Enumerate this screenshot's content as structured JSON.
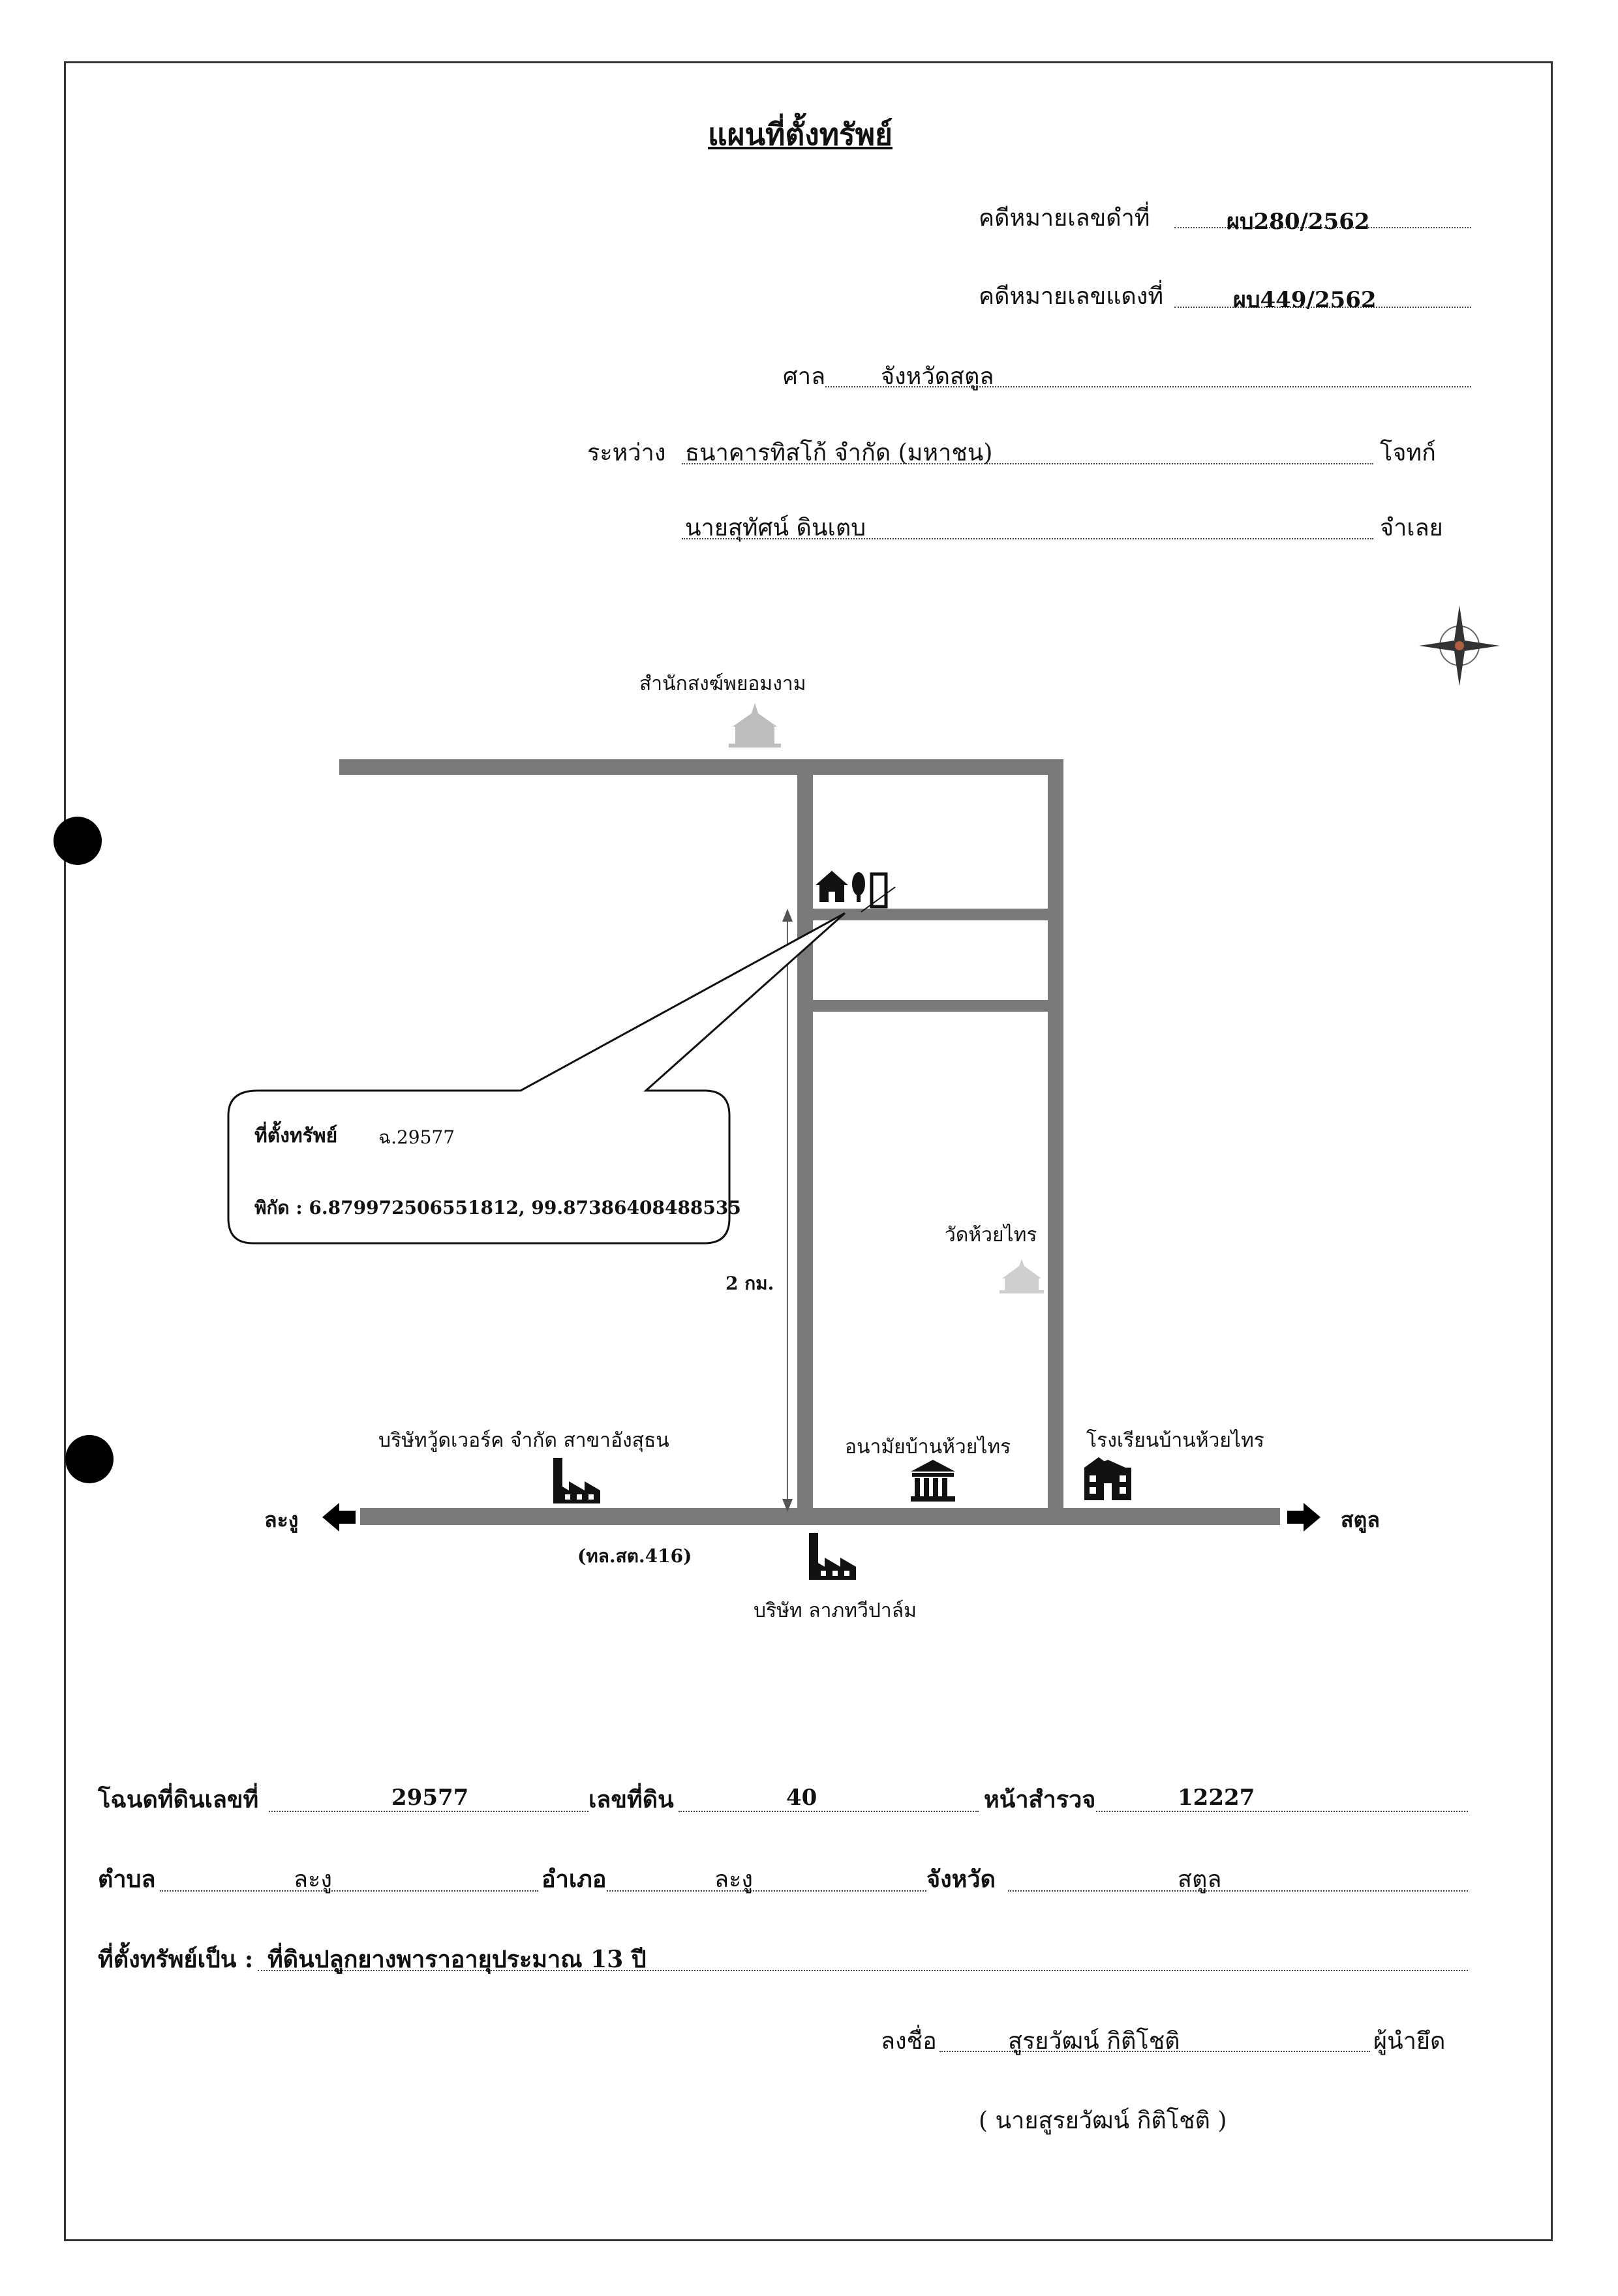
{
  "header": {
    "title": "แผนที่ตั้งทรัพย์",
    "black_case_label": "คดีหมายเลขดำที่",
    "black_case_no": "ผบ280/2562",
    "red_case_label": "คดีหมายเลขแดงที่",
    "red_case_no": "ผบ449/2562",
    "court_label": "ศาล",
    "court": "จังหวัดสตูล",
    "between_label": "ระหว่าง",
    "plaintiff": "ธนาคารทิสโก้ จำกัด (มหาชน)",
    "plaintiff_role": "โจทก์",
    "defendant": "นายสุทัศน์ ดินเตบ",
    "defendant_role": "จำเลย"
  },
  "map": {
    "temple_north": "สำนักสงฆ์พยอมงาม",
    "callout_title": "ที่ตั้งทรัพย์",
    "callout_deed": "ฉ.29577",
    "callout_coords": "พิกัด : 6.879972506551812, 99.87386408488535",
    "distance": "2 กม.",
    "temple_east": "วัดห้วยไทร",
    "company_west": "บริษัทวู้ดเวอร์ค จำกัด สาขาอังสุธน",
    "health_center": "อนามัยบ้านห้วยไทร",
    "school": "โรงเรียนบ้านห้วยไทร",
    "west_dir": "ละงู",
    "east_dir": "สตูล",
    "highway": "(ทล.สต.416)",
    "company_south": "บริษัท ลาภทวีปาล์ม",
    "icons": [
      "compass-icon",
      "temple-icon",
      "house-tree-icon",
      "building-icon",
      "factory-icon",
      "government-building-icon",
      "school-icon",
      "arrow-left-icon",
      "arrow-right-icon"
    ]
  },
  "footer": {
    "deed_label": "โฉนดที่ดินเลขที่",
    "deed_no": "29577",
    "land_no_label": "เลขที่ดิน",
    "land_no": "40",
    "survey_label": "หน้าสำรวจ",
    "survey_no": "12227",
    "subdistrict_label": "ตำบล",
    "subdistrict": "ละงู",
    "district_label": "อำเภอ",
    "district": "ละงู",
    "province_label": "จังหวัด",
    "province": "สตูล",
    "property_label": "ที่ตั้งทรัพย์เป็น :",
    "property_desc": "ที่ดินปลูกยางพาราอายุประมาณ 13 ปี",
    "sign_label": "ลงชื่อ",
    "signer": "สูรยวัฒน์ กิติโชติ",
    "signer_role": "ผู้นำยึด",
    "signer_full": "( นายสูรยวัฒน์ กิติโชติ )"
  }
}
